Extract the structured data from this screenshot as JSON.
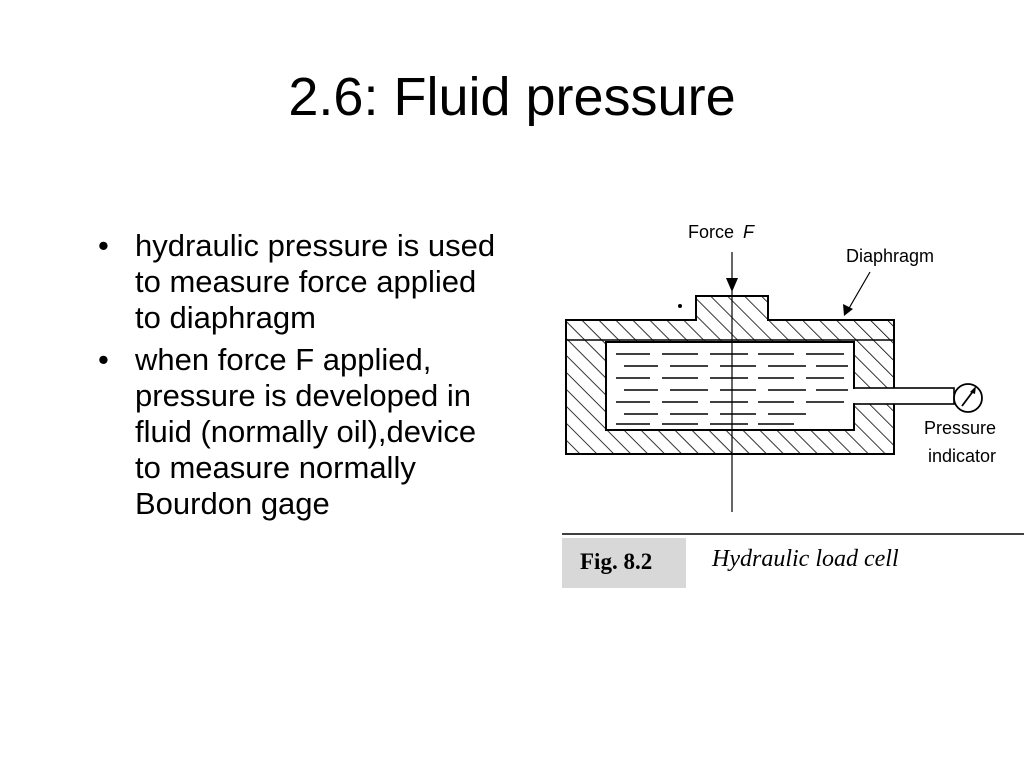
{
  "slide": {
    "title": "2.6: Fluid pressure"
  },
  "bullets": [
    {
      "symbol": "•",
      "text": "hydraulic pressure is used to measure force applied to diaphragm"
    },
    {
      "symbol": "•",
      "text": "when force F applied, pressure is developed in fluid (normally oil),device to measure normally Bourdon gage"
    }
  ],
  "figure": {
    "number": "Fig. 8.2",
    "caption": "Hydraulic load cell",
    "labels": {
      "force": "Force",
      "force_symbol": "F",
      "diaphragm": "Diaphragm",
      "pressure_line1": "Pressure",
      "pressure_line2": "indicator"
    }
  }
}
